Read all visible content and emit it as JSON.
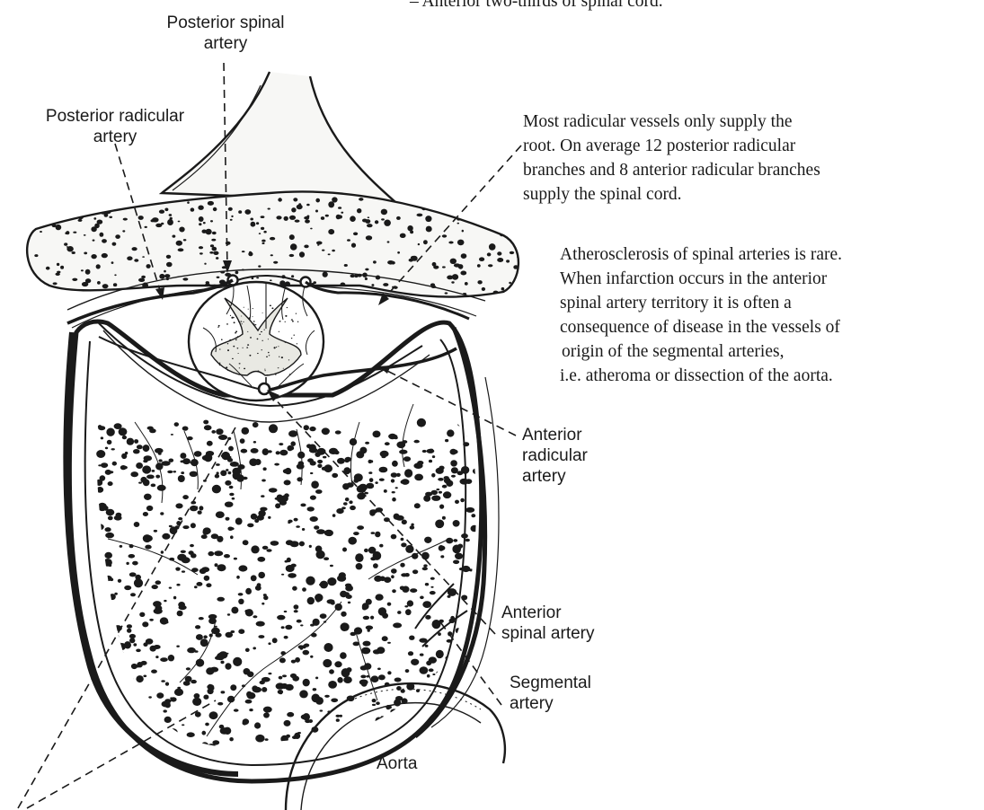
{
  "header_fragment": "– Anterior two-thirds of spinal cord.",
  "labels": {
    "posterior_spinal_artery": [
      "Posterior spinal",
      "artery"
    ],
    "posterior_radicular_artery": [
      "Posterior radicular",
      "artery"
    ],
    "anterior_radicular_artery": [
      "Anterior",
      "radicular",
      "artery"
    ],
    "anterior_spinal_artery": [
      "Anterior",
      "spinal artery"
    ],
    "segmental_artery": [
      "Segmental",
      "artery"
    ],
    "aorta": "Aorta"
  },
  "notes": {
    "radicular_vessels": [
      "Most radicular vessels only supply the",
      "root. On average 12 posterior radicular",
      "branches and 8 anterior radicular branches",
      "supply the spinal cord."
    ],
    "atherosclerosis": [
      "Atherosclerosis of spinal arteries is rare.",
      "When infarction occurs in the anterior",
      "spinal artery territory it is often a",
      "consequence of disease in the vessels of",
      "origin of the segmental arteries,",
      "i.e. atheroma or dissection of the aorta."
    ]
  },
  "colors": {
    "ink": "#1a1a1a",
    "paper": "#ffffff",
    "bone_fill": "#f7f7f5"
  }
}
